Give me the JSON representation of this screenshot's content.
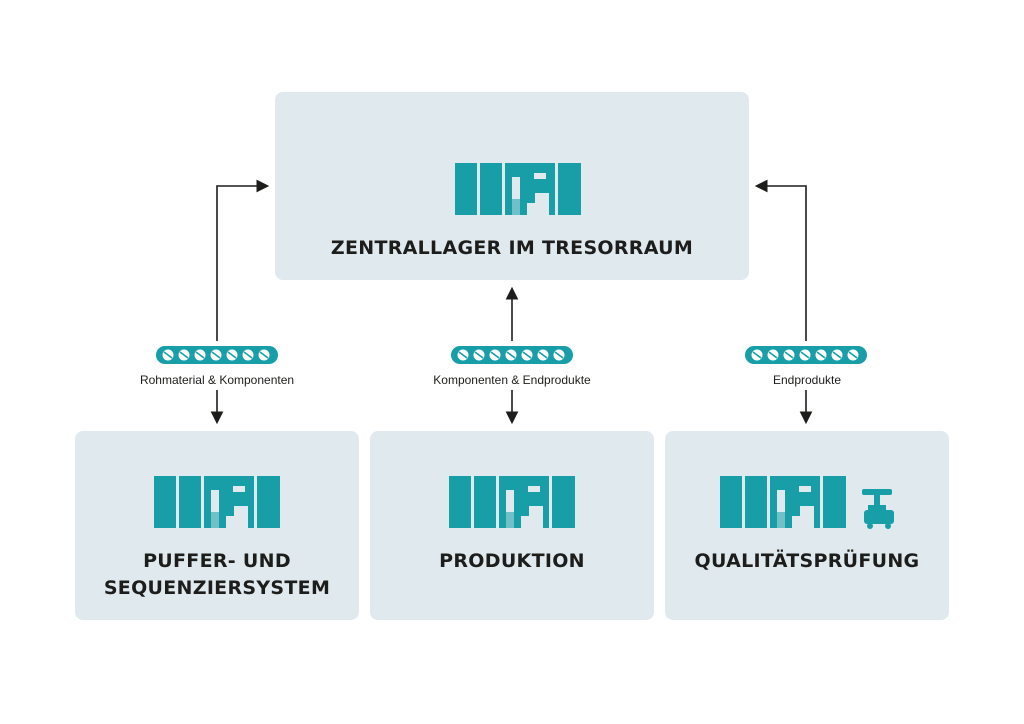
{
  "colors": {
    "teal": "#179ea7",
    "box_bg": "#dfe9ee",
    "text": "#1d1d1b",
    "line": "#1d1d1b"
  },
  "central": {
    "title": "ZENTRALLAGER IM TRESORRAUM"
  },
  "boxes": {
    "buffer": {
      "title": "PUFFER- UND\nSEQUENZIERSYSTEM"
    },
    "production": {
      "title": "PRODUKTION"
    },
    "quality": {
      "title": "QUALITÄTSPRÜFUNG"
    }
  },
  "flows": {
    "left": {
      "label": "Rohmaterial & Komponenten",
      "direction": "bidirectional"
    },
    "middle": {
      "label": "Komponenten & Endprodukte",
      "direction": "bidirectional"
    },
    "right": {
      "label": "Endprodukte",
      "direction": "bidirectional"
    }
  },
  "icons": {
    "storage": "storage-rack-icon",
    "conveyor": "conveyor-belt-icon",
    "inspection": "inspection-machine-icon"
  }
}
